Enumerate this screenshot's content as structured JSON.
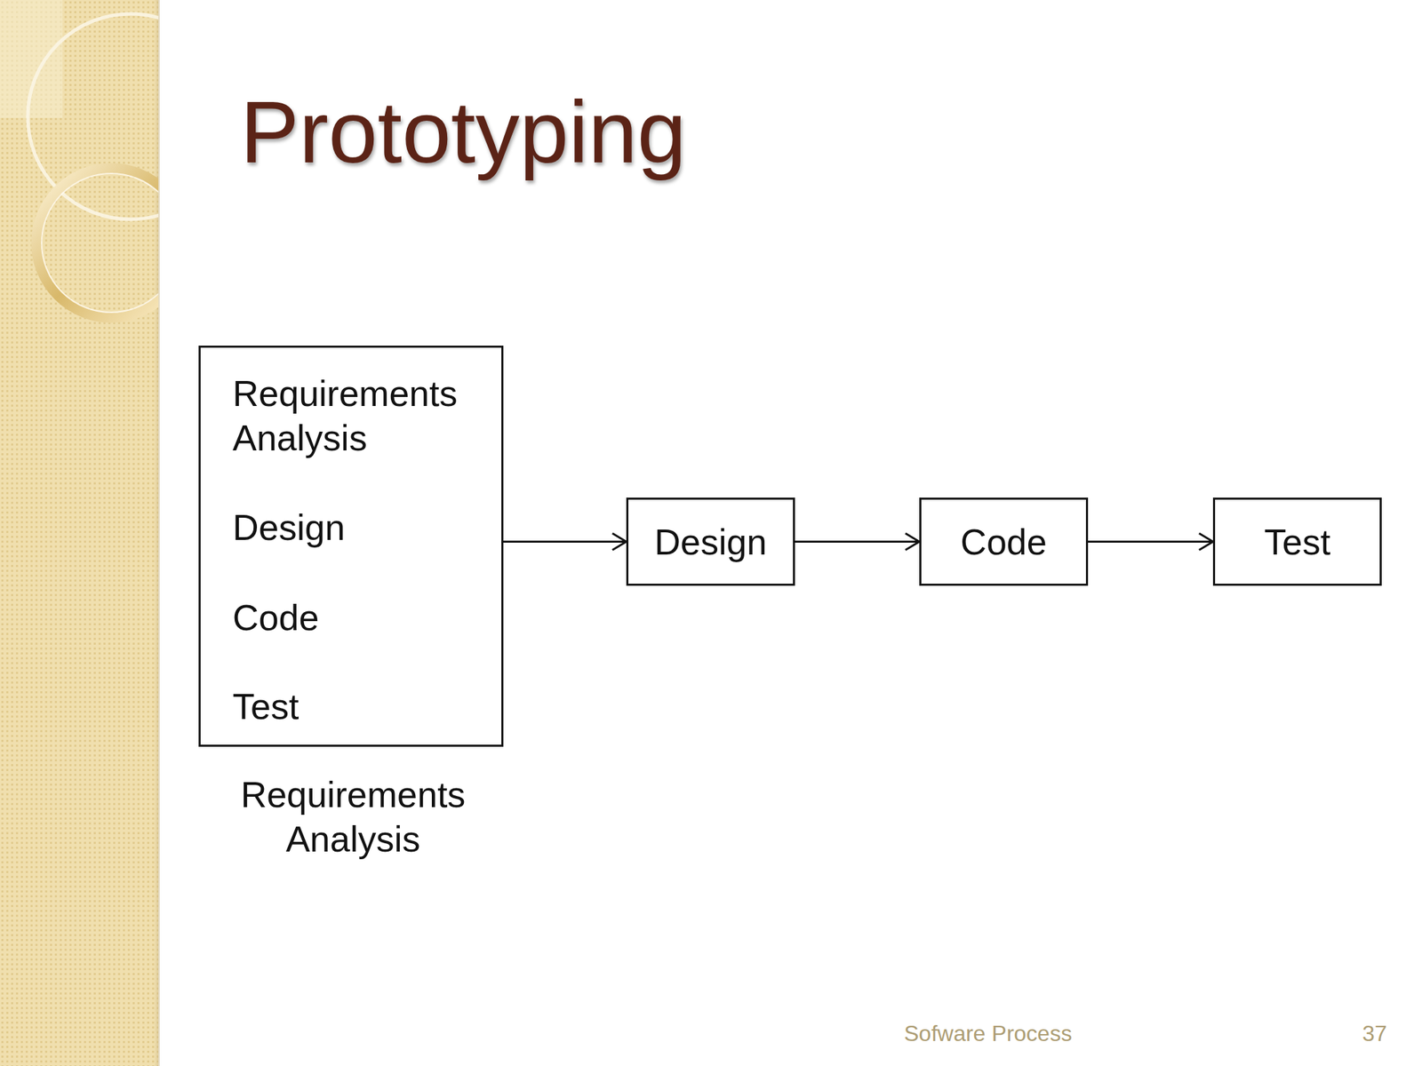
{
  "diagram": {
    "title": "Prototyping",
    "nodes": [
      {
        "text": [
          "Requirements Analysis",
          "Design",
          "Code",
          "Test",
          "Requirements Analysis"
        ]
      },
      {
        "text": [
          "Design"
        ]
      },
      {
        "text": [
          "Code"
        ]
      },
      {
        "text": [
          "Test"
        ]
      }
    ],
    "edges": [
      {
        "from": 0,
        "to": 1,
        "arrow": "to"
      },
      {
        "from": 1,
        "to": 2,
        "arrow": "to"
      },
      {
        "from": 2,
        "to": 3,
        "arrow": "to"
      }
    ],
    "labels": [
      "Sofware Process",
      "37"
    ]
  }
}
